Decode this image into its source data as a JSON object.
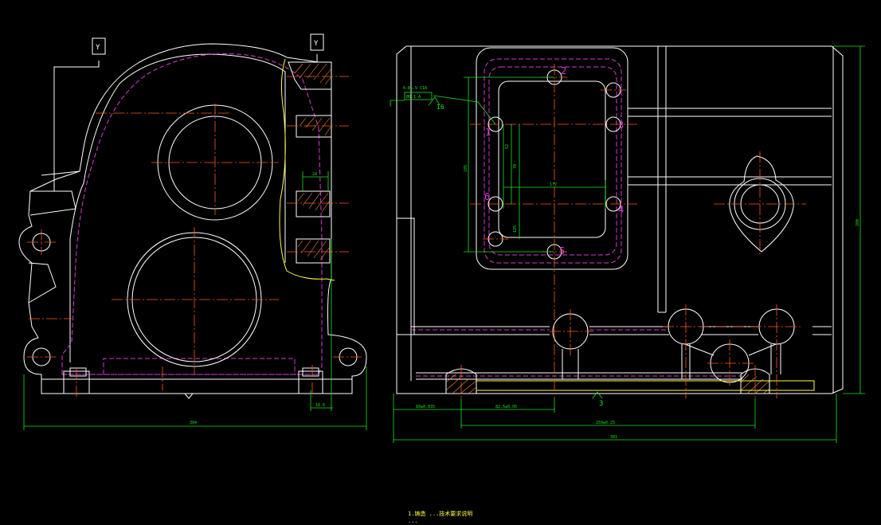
{
  "title": "",
  "colors": {
    "background": "#000000",
    "outline": "#ffffff",
    "hidden": "#d23cd2",
    "center": "#ff5a1e",
    "dimension": "#19e619",
    "section": "#ffff3c"
  },
  "left_view": {
    "section_marks": [
      "Y",
      "Y"
    ],
    "dimensions": {
      "overall_width": "304",
      "boss_width": "24",
      "wall": "18.6"
    }
  },
  "right_view": {
    "hole_numbers": [
      "1",
      "2",
      "3",
      "4",
      "5",
      "6"
    ],
    "tolerance_frame": {
      "line1": "6-Ø6.5 C18",
      "line2": "Ø0.1 A"
    },
    "roughness": [
      "16",
      "3"
    ],
    "dimensions": {
      "overall_width": "381",
      "overall_height": "280",
      "left_offset": "89±0.035",
      "bore_spacing": "82.5±0.05",
      "bore_spacing_total": "259±0.25",
      "frame_height": "185",
      "frame_width": "172",
      "pitch_a": "70",
      "pitch_b": "52",
      "pitch_c": "125"
    }
  },
  "notes": [
    "1.铸造 ...技术要求说明",
    "..."
  ]
}
